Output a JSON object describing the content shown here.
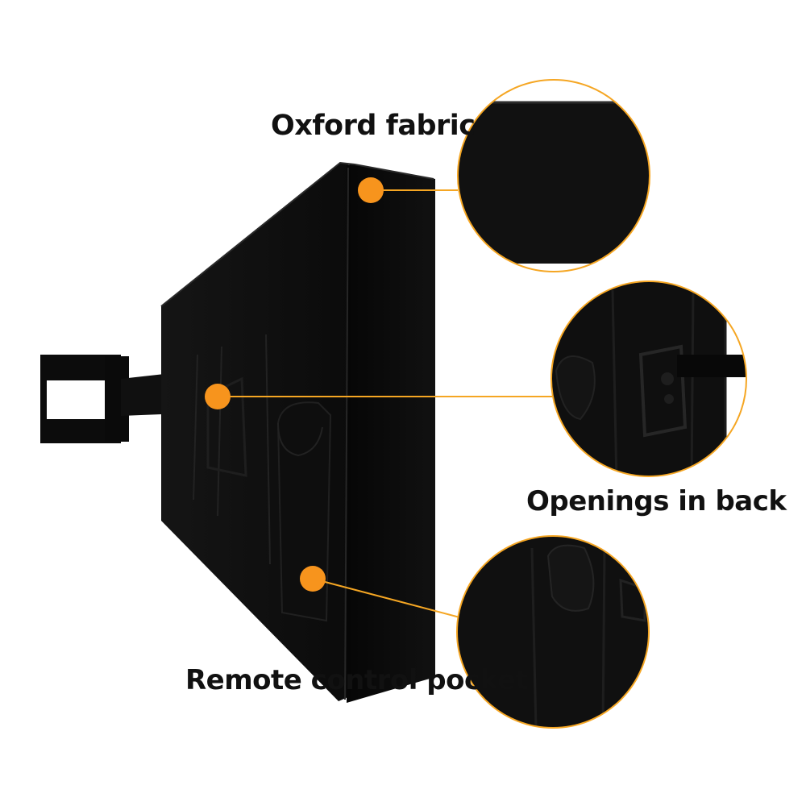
{
  "callouts": {
    "oxford": {
      "label": "Oxford fabric",
      "detail": "zoomed view of black fabric edge"
    },
    "openings": {
      "label": "Openings in back",
      "detail": "zoomed view of mount opening with strap"
    },
    "remote": {
      "label": "Remote control pocket",
      "detail": "zoomed view of pocket flap"
    }
  },
  "colors": {
    "accent": "#f7941d",
    "circle_border": "#f5a623",
    "fabric": "#0d0d0d",
    "text": "#111111",
    "background": "#ffffff"
  }
}
